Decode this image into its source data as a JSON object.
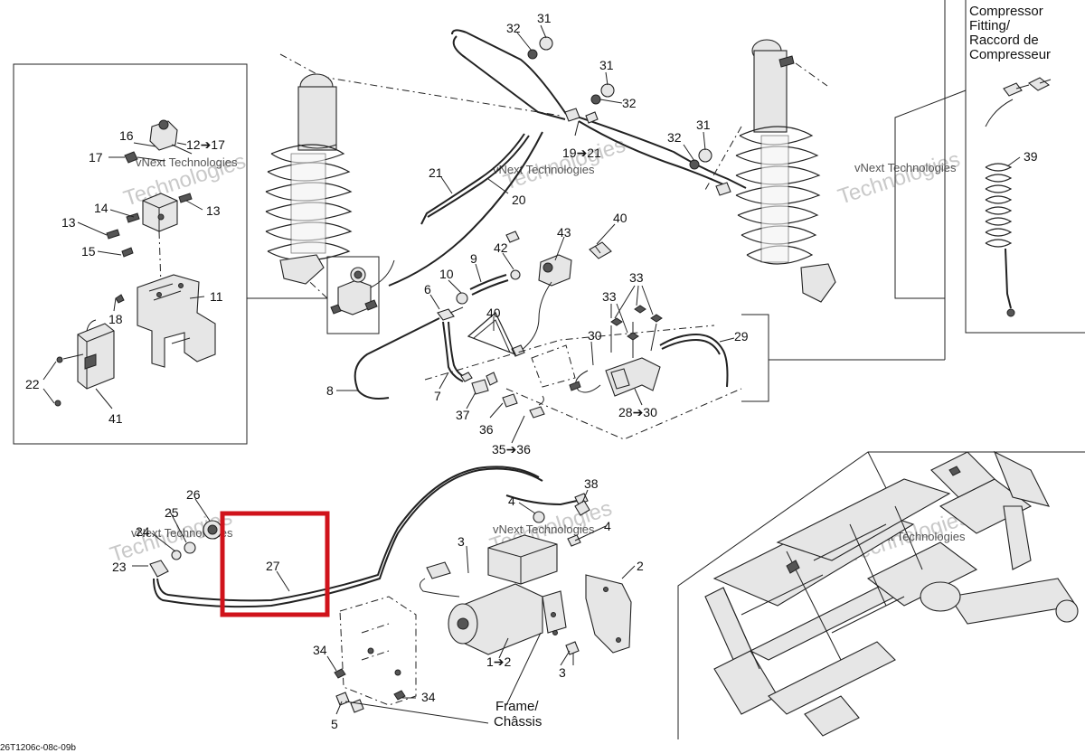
{
  "diagram": {
    "code": "26T1206c-08c-09b",
    "watermark_line1": "vNext Technologies",
    "watermark_line2": "Technologies",
    "annotations": {
      "compressor_fitting": [
        "Compressor",
        "Fitting/",
        "Raccord de",
        "Compresseur"
      ],
      "frame": [
        "Frame/",
        "Châssis"
      ]
    },
    "callouts": {
      "c31a": "31",
      "c32a": "32",
      "c31b": "31",
      "c32b": "32",
      "c31c": "31",
      "c32c": "32",
      "c16": "16",
      "c12_17": "12➔17",
      "c17": "17",
      "c14": "14",
      "c13a": "13",
      "c13b": "13",
      "c15": "15",
      "c18": "18",
      "c11": "11",
      "c22": "22",
      "c41": "41",
      "c19_21": "19➔21",
      "c21": "21",
      "c20": "20",
      "c43": "43",
      "c40a": "40",
      "c42": "42",
      "c9": "9",
      "c10": "10",
      "c6": "6",
      "c40b": "40",
      "c8": "8",
      "c7": "7",
      "c37": "37",
      "c36": "36",
      "c35_36": "35➔36",
      "c33a": "33",
      "c33b": "33",
      "c30": "30",
      "c28_30": "28➔30",
      "c29": "29",
      "c39": "39",
      "c26": "26",
      "c25": "25",
      "c24": "24",
      "c23": "23",
      "c27": "27",
      "c38": "38",
      "c4a": "4",
      "c4b": "4",
      "c3a": "3",
      "c2": "2",
      "c1_2": "1➔2",
      "c3b": "3",
      "c34a": "34",
      "c34b": "34",
      "c5": "5"
    },
    "highlight_color": "#d0131b"
  }
}
